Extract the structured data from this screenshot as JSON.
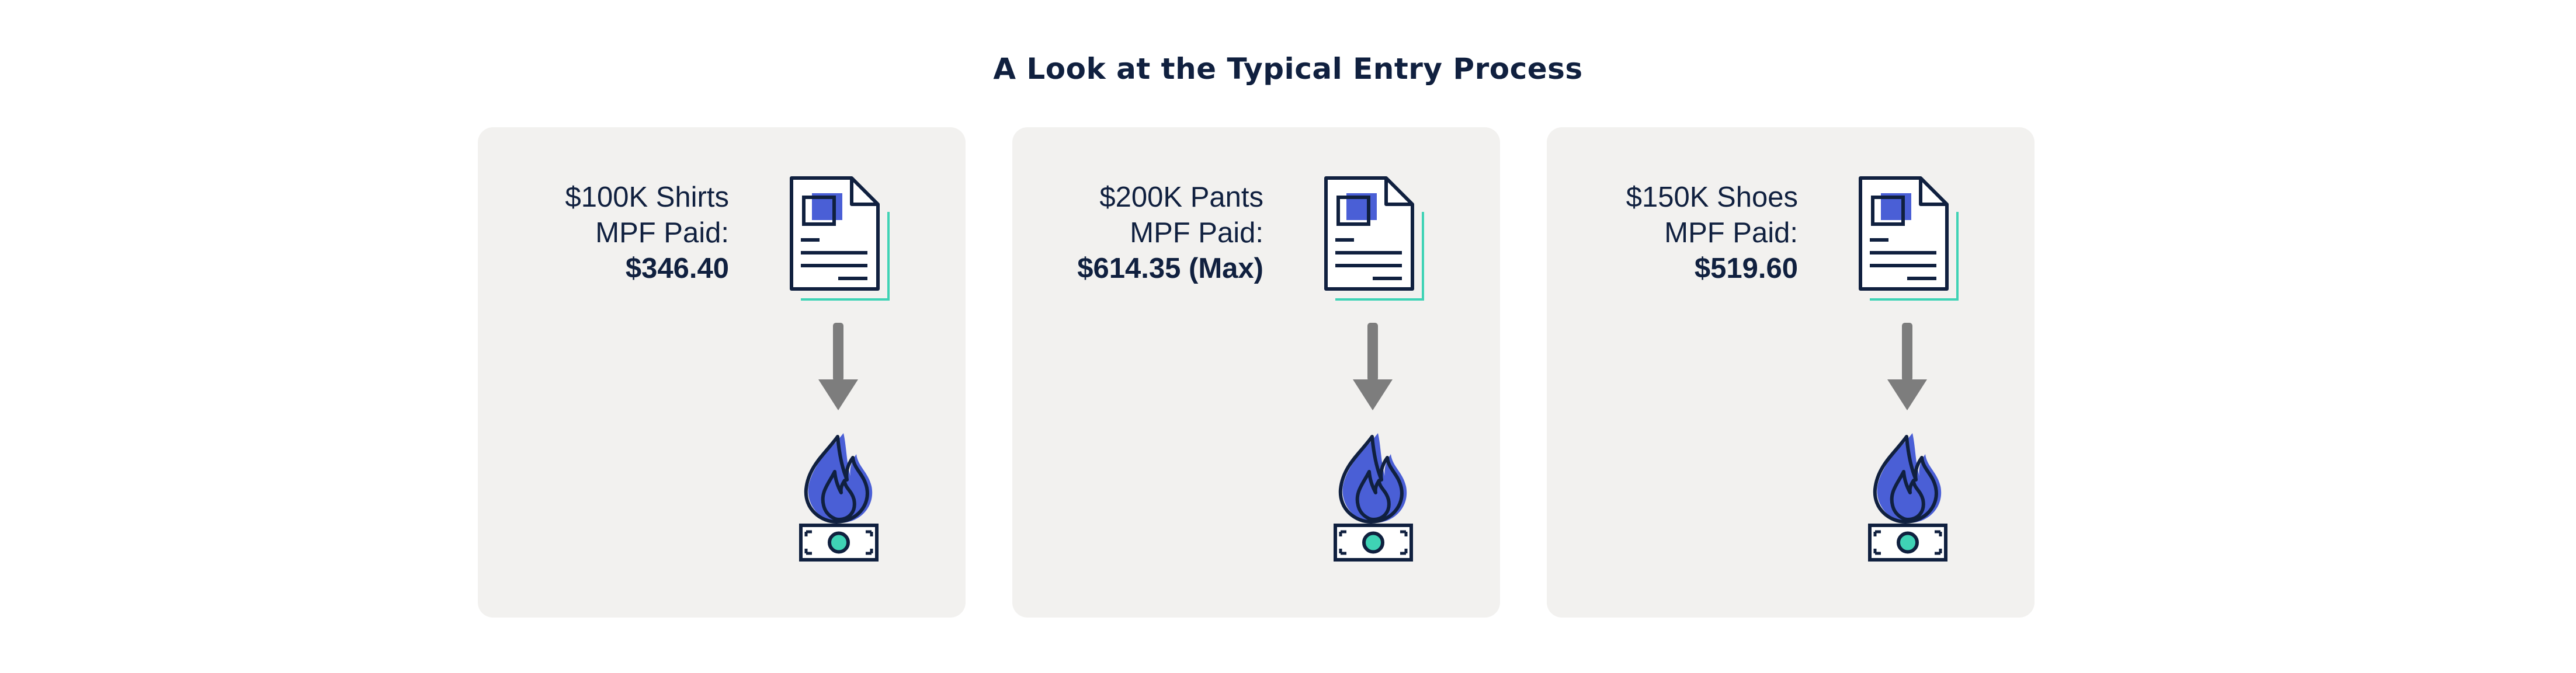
{
  "title": "A Look at the Typical Entry Process",
  "colors": {
    "card_background": "#f2f1ef",
    "navy": "#10203f",
    "blue": "#4a5fd6",
    "teal": "#3fd3b5",
    "arrow_gray": "#7d7d7d"
  },
  "cards": [
    {
      "goods": "$100K Shirts",
      "fee_label": "MPF Paid:",
      "fee_amount": "$346.40",
      "icons": [
        "document-icon",
        "down-arrow-icon",
        "fire-icon",
        "money-icon"
      ]
    },
    {
      "goods": "$200K Pants",
      "fee_label": "MPF Paid:",
      "fee_amount": "$614.35 (Max)",
      "icons": [
        "document-icon",
        "down-arrow-icon",
        "fire-icon",
        "money-icon"
      ]
    },
    {
      "goods": "$150K Shoes",
      "fee_label": "MPF Paid:",
      "fee_amount": "$519.60",
      "icons": [
        "document-icon",
        "down-arrow-icon",
        "fire-icon",
        "money-icon"
      ]
    }
  ]
}
